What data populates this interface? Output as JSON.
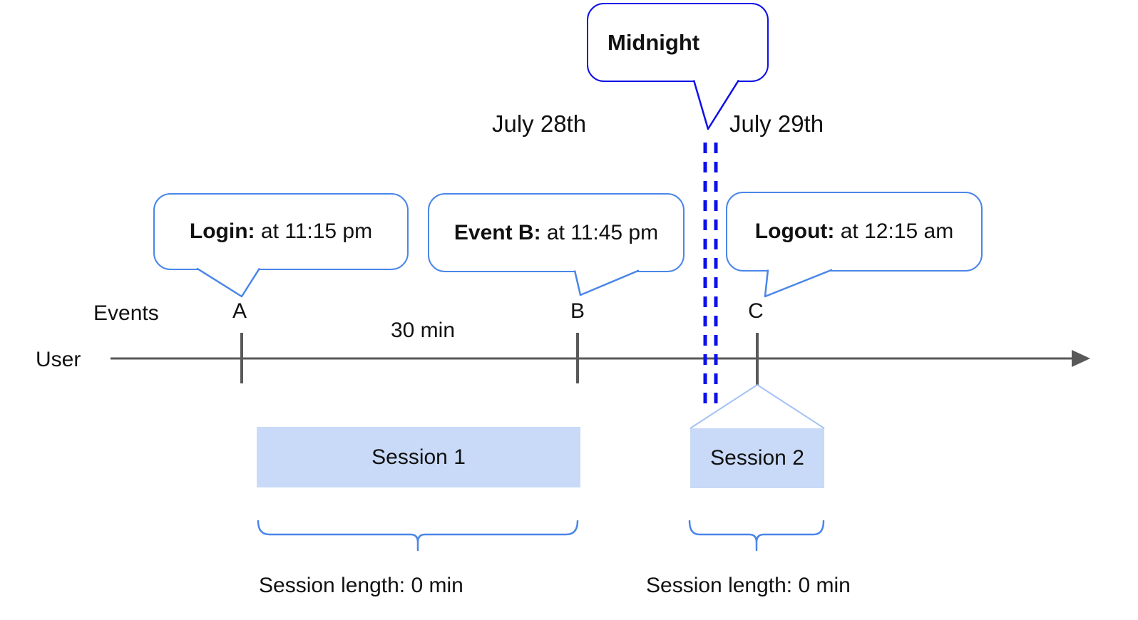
{
  "dates": {
    "before_midnight": "July 28th",
    "after_midnight": "July 29th"
  },
  "midnight": {
    "label": "Midnight"
  },
  "callouts": {
    "login": {
      "bold": "Login:",
      "rest": " at 11:15 pm"
    },
    "event_b": {
      "bold": "Event B:",
      "rest": " at 11:45 pm"
    },
    "logout": {
      "bold": "Logout:",
      "rest": " at 12:15 am"
    }
  },
  "axis": {
    "row_label_events": "Events",
    "row_label_user": "User",
    "markers": {
      "a": "A",
      "b": "B",
      "c": "C"
    },
    "interval_label": "30 min"
  },
  "sessions": {
    "s1": {
      "label": "Session 1",
      "length": "Session length: 0 min"
    },
    "s2": {
      "label": "Session 2",
      "length": "Session length: 0 min"
    }
  },
  "colors": {
    "callout_border": "#4a86e8",
    "midnight_border": "#0d10e8",
    "dashed_line": "#0d10e8",
    "funnel_line": "#a4c2f4",
    "session_fill": "#c9daf8",
    "axis": "#595959",
    "text": "#111111"
  }
}
